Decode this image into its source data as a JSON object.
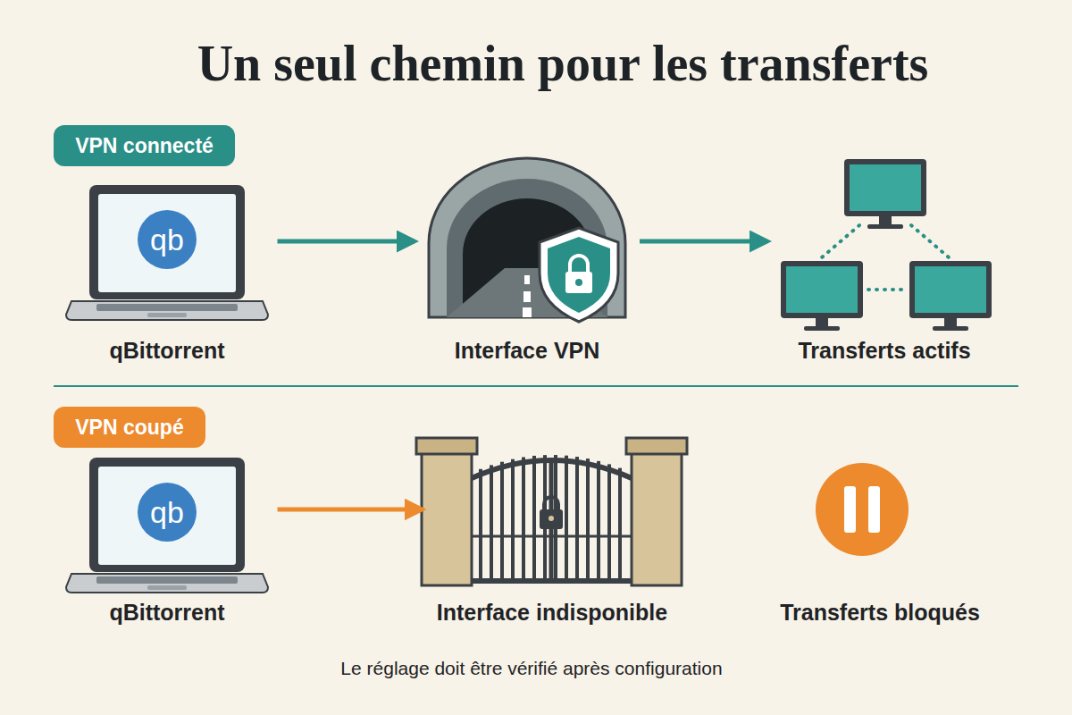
{
  "diagram": {
    "title": "Un seul chemin pour les transferts",
    "caption": "Le réglage doit être vérifié après configuration",
    "nodes": [
      {
        "text": [
          "VPN connecté"
        ]
      },
      {
        "text": [
          "qb",
          "qBittorrent"
        ]
      },
      {
        "text": [
          "Interface VPN"
        ]
      },
      {
        "text": [
          "Transferts actifs"
        ]
      },
      {
        "text": [
          "VPN coupé"
        ]
      },
      {
        "text": [
          "qb",
          "qBittorrent"
        ]
      },
      {
        "text": [
          "Interface indisponible"
        ]
      },
      {
        "text": [
          "Transferts bloqués"
        ]
      }
    ],
    "edges": [
      {
        "from": 1,
        "to": 2,
        "arrow": "to"
      },
      {
        "from": 2,
        "to": 3,
        "arrow": "to"
      },
      {
        "from": 5,
        "to": 6,
        "arrow": "to"
      }
    ]
  }
}
